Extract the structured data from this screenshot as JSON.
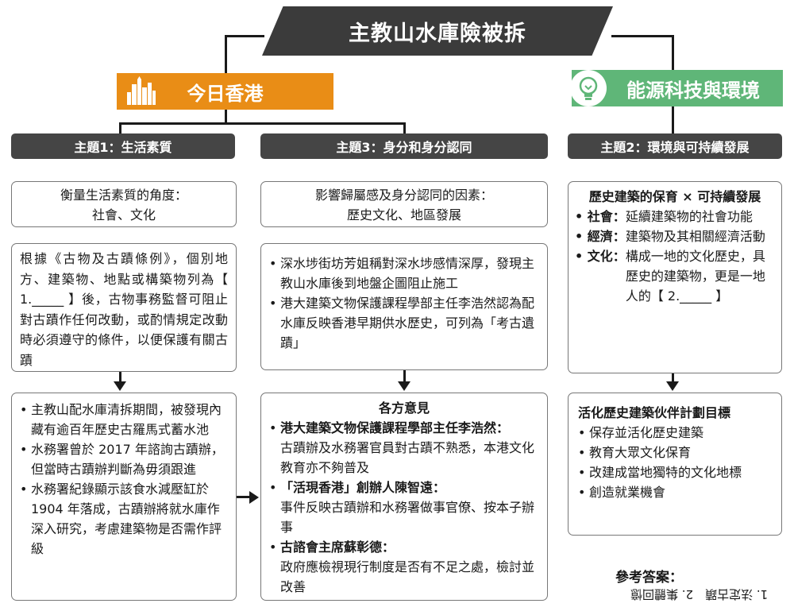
{
  "title": "主教山水庫險被拆",
  "categories": {
    "today_hk": "今日香港",
    "energy_env": "能源科技與環境"
  },
  "themes": {
    "t1": "主題1：生活素質",
    "t3": "主題3：身分和身分認同",
    "t2": "主題2：環境與可持續發展"
  },
  "col1": {
    "box1": {
      "line1": "衡量生活素質的角度：",
      "line2": "社會、文化"
    },
    "box2": {
      "text": "根據《古物及古蹟條例》，個別地方、建築物、地點或構築物列為【 1._____ 】後，古物事務監督可阻止對古蹟作任何改動，或酌情規定改動時必須遵守的條件，以便保護有關古蹟"
    },
    "box3": [
      "主教山配水庫清拆期間，被發現內藏有逾百年歷史古羅馬式蓄水池",
      "水務署曾於 2017 年諮詢古蹟辦，但當時古蹟辦判斷為毋須跟進",
      "水務署紀錄顯示該食水減壓缸於 1904 年落成，古蹟辦將就水庫作深入研究，考慮建築物是否需作評級"
    ]
  },
  "col2": {
    "box1": {
      "line1": "影響歸屬感及身分認同的因素：",
      "line2": "歷史文化、地區發展"
    },
    "box2": [
      "深水埗街坊芳姐稱對深水埗感情深厚，發現主教山水庫後到地盤企圖阻止施工",
      "港大建築文物保護課程學部主任李浩然認為配水庫反映香港早期供水歷史，可列為「考古遺蹟」"
    ],
    "box3": {
      "heading": "各方意見",
      "items": [
        {
          "who": "港大建築文物保護課程學部主任李浩然：",
          "said": "古蹟辦及水務署官員對古蹟不熟悉，本港文化教育亦不夠普及"
        },
        {
          "who": "「活現香港」創辦人陳智遠：",
          "said": "事件反映古蹟辦和水務署做事官僚、按本子辦事"
        },
        {
          "who": "古諮會主席蘇彰德：",
          "said": "政府應檢視現行制度是否有不足之處，檢討並改善"
        }
      ]
    }
  },
  "col3": {
    "box1": {
      "heading": "歷史建築的保育 × 可持續發展",
      "items": [
        {
          "key": "社會：",
          "val": "延續建築物的社會功能"
        },
        {
          "key": "經濟：",
          "val": "建築物及其相關經濟活動"
        },
        {
          "key": "文化：",
          "val": "構成一地的文化歷史，具歷史的建築物，更是一地人的【 2._____ 】"
        }
      ]
    },
    "box2": {
      "heading": "活化歷史建築伙伴計劃目標",
      "items": [
        "保存並活化歷史建築",
        "教育大眾文化保育",
        "改建成當地獨特的文化地標",
        "創造就業機會"
      ]
    }
  },
  "answers": {
    "label": "參考答案：",
    "text": "1. 法定古蹟　2. 集體回憶"
  },
  "colors": {
    "banner": "#3b3b3b",
    "today_hk": "#e98d16",
    "energy_env": "#5fb678",
    "theme_tab": "#454545"
  }
}
